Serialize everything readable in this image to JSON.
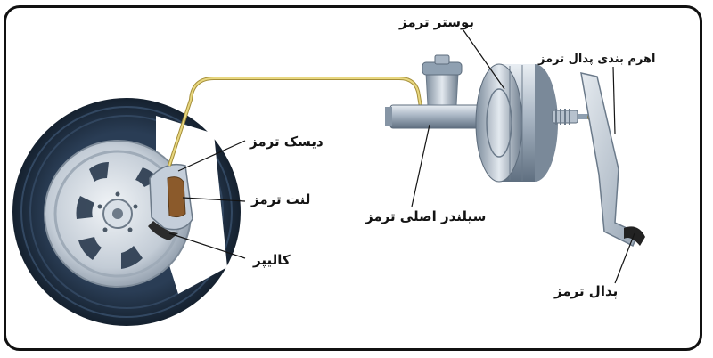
{
  "labels": {
    "brake_booster": "بوستر ترمز",
    "brake_pedal_lever": "اهرم بندی پدال ترمز",
    "brake_disc": "دیسک ترمز",
    "brake_pad": "لنت ترمز",
    "master_cylinder": "سیلندر اصلی ترمز",
    "caliper": "کالیپر",
    "brake_pedal": "پدال ترمز"
  },
  "colors": {
    "frame_border": "#111111",
    "tire": "#1e2f44",
    "rim": "#cfd6df",
    "caliper": "#b8c3d1",
    "brake_pad": "#8b5a2b",
    "brake_line": "#d8c26a",
    "metal": "#9aa9b8",
    "label_text": "#141414"
  }
}
